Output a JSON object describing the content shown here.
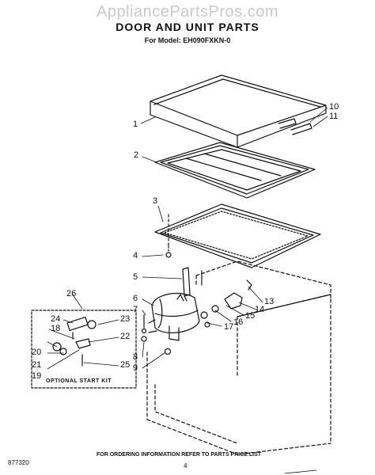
{
  "watermark": "AppliancePartsPros.com",
  "title": "DOOR AND UNIT PARTS",
  "subtitle": "For Model: EH090FXKN-0",
  "callouts": [
    "1",
    "2",
    "3",
    "4",
    "5",
    "6",
    "7",
    "8",
    "9",
    "10",
    "11",
    "13",
    "14",
    "15",
    "16",
    "17",
    "18",
    "19",
    "20",
    "21",
    "22",
    "23",
    "24",
    "25",
    "26"
  ],
  "kit_caption": "OPTIONAL START KIT",
  "footer": {
    "note": "FOR ORDERING INFORMATION REFER TO PARTS PRICE LIST",
    "code": "877320",
    "page_number": "4"
  }
}
